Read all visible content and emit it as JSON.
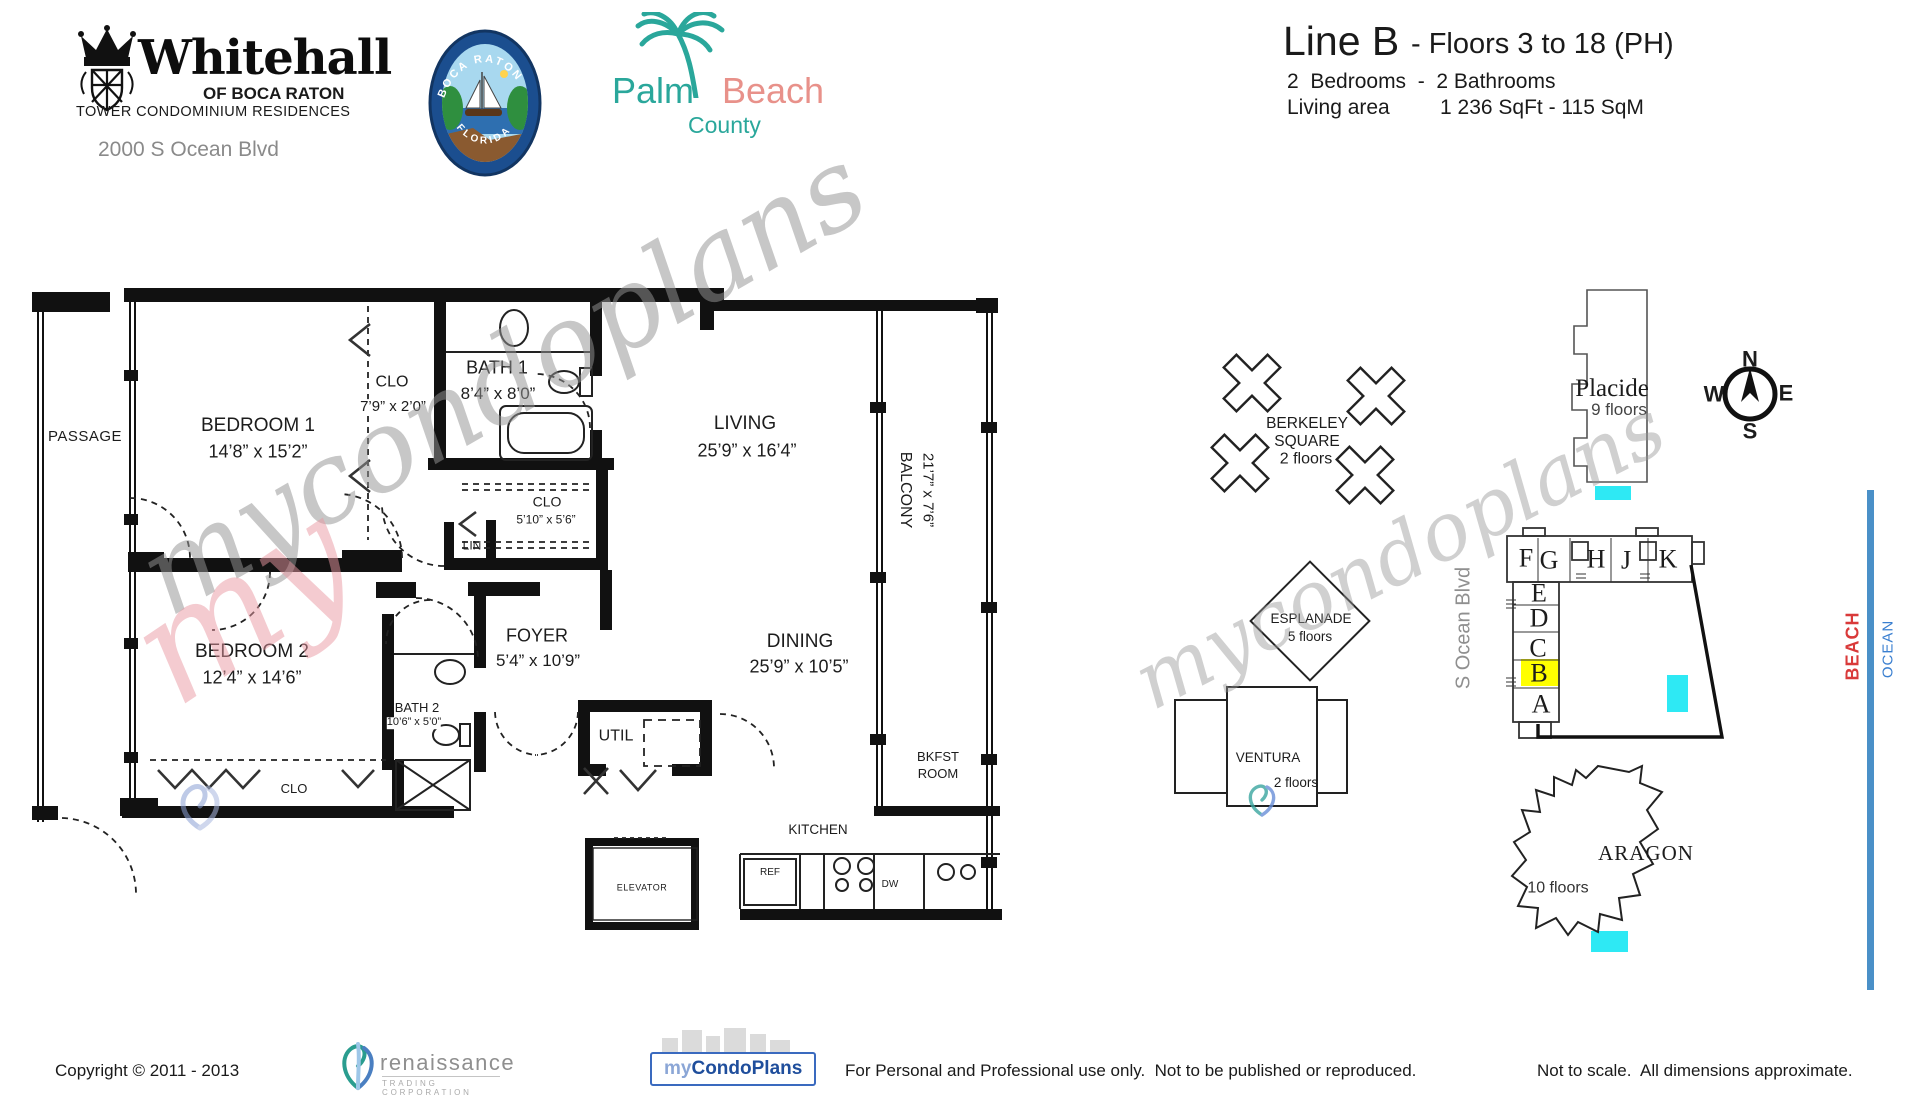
{
  "header": {
    "logo": {
      "brand": "Whitehall",
      "of": "OF BOCA RATON",
      "residences": "TOWER CONDOMINIUM RESIDENCES",
      "address": "2000 S Ocean Blvd"
    },
    "seal": {
      "arc_top": "BOCA RATON",
      "arc_bottom": "FLORIDA"
    },
    "palmbeach": {
      "palm": "Palm",
      "beach": "Beach",
      "county": "County"
    },
    "title": {
      "line": "Line B",
      "floors": "- Floors 3 to 18 (PH)",
      "bedbath": "2  Bedrooms  -  2 Bathrooms",
      "living_label": "Living area",
      "living_value": "1 236 SqFt - 115 SqM"
    }
  },
  "floorplan": {
    "passage": "PASSAGE",
    "bedroom1": {
      "name": "BEDROOM 1",
      "dims": "14’8” x 15’2”"
    },
    "clo1": {
      "name": "CLO",
      "dims": "7’9” x 2’0”"
    },
    "bath1": {
      "name": "BATH 1",
      "dims": "8’4” x 8’0”"
    },
    "living": {
      "name": "LIVING",
      "dims": "25’9” x 16’4”"
    },
    "balcony": {
      "name": "BALCONY",
      "dims": "21’7” x 7’6”"
    },
    "clo2": {
      "name": "CLO",
      "dims": "5’10” x 5’6”"
    },
    "lin": "LIN",
    "foyer": {
      "name": "FOYER",
      "dims": "5’4” x 10’9”"
    },
    "dining": {
      "name": "DINING",
      "dims": "25’9” x 10’5”"
    },
    "bedroom2": {
      "name": "BEDROOM 2",
      "dims": "12’4” x 14’6”"
    },
    "bath2": {
      "name": "BATH 2",
      "dims": "10’6” x 5’0”"
    },
    "clo3": "CLO",
    "util": "UTIL",
    "bkfst": {
      "line1": "BKFST",
      "line2": "ROOM"
    },
    "kitchen": "KITCHEN",
    "elevator": "ELEVATOR",
    "ref": "REF",
    "dw": "DW"
  },
  "siteplan": {
    "berkeley": {
      "line1": "BERKELEY",
      "line2": "SQUARE",
      "line3": "2 floors"
    },
    "esplanade": {
      "line1": "ESPLANADE",
      "line2": "5 floors"
    },
    "ventura": {
      "line1": "VENTURA",
      "line2": "2 floors"
    },
    "placide": {
      "line1": "Placide",
      "line2": "9 floors"
    },
    "aragon": {
      "line1": "ARAGON",
      "line2": "10 floors"
    },
    "street": "S Ocean Blvd",
    "beach": "BEACH",
    "ocean": "OCEAN",
    "compass": {
      "n": "N",
      "e": "E",
      "s": "S",
      "w": "W"
    },
    "units_top": [
      "F",
      "G",
      "H",
      "J",
      "K"
    ],
    "units_left": [
      "E",
      "D",
      "C",
      "B",
      "A"
    ],
    "highlight_unit": "B"
  },
  "watermark": {
    "script": "mycondoplans",
    "fragment": "my"
  },
  "footer": {
    "copyright": "Copyright © 2011 - 2013",
    "renaissance": {
      "name": "renaissance",
      "subtitle": "TRADING CORPORATION"
    },
    "plans_my": "my",
    "plans_rest": "CondoPlans",
    "usage": "For Personal and Professional use only.  Not to be published or reproduced.",
    "disclaimer": "Not to scale.  All dimensions approximate."
  },
  "colors": {
    "pool": "#2ee9f4",
    "highlight": "#ffff00",
    "beach_text": "#d93a3a",
    "ocean_text": "#3a7fd0",
    "shoreline": "#4a90c8",
    "palm_teal": "#2aa79b",
    "palm_coral": "#e8918a",
    "brand_blue": "#1f4e9c"
  }
}
